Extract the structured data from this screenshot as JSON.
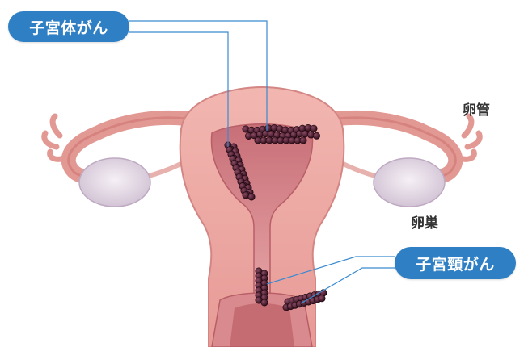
{
  "labels": {
    "corpus_cancer": "子宮体がん",
    "cervical_cancer": "子宮頸がん",
    "fallopian_tube": "卵管",
    "ovary": "卵巣"
  },
  "colors": {
    "label_pill": "#2f7fc4",
    "leader_line": "#3a8ad0",
    "tissue": "#e9a3a0",
    "tissue_dark": "#c96b6b",
    "cavity": "#d98a8e",
    "ovary": "#e6dce8",
    "tumor": "#4a1a2c"
  },
  "icons": {
    "uterus": "uterus-illustration",
    "ovaries": "ovary-illustration",
    "tumors": "tumor-cluster"
  }
}
